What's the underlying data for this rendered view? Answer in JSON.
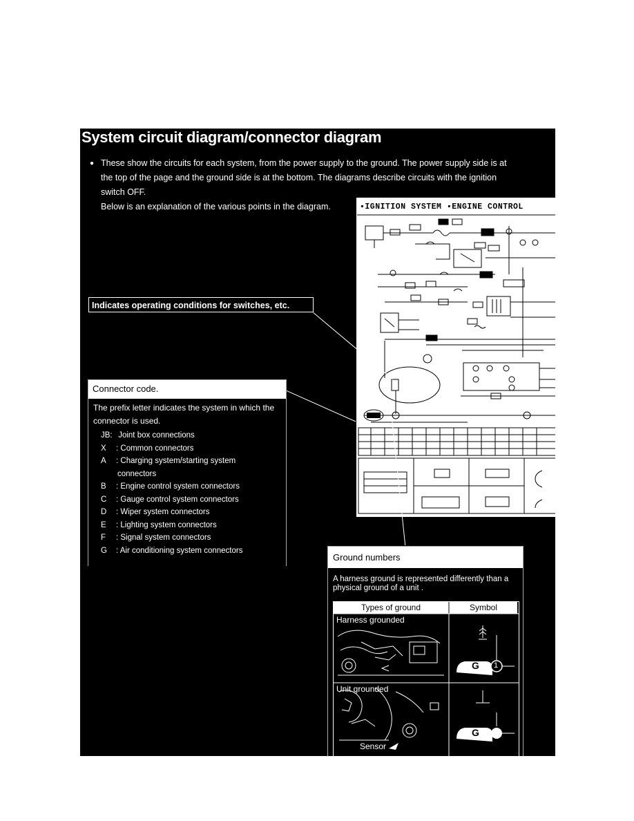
{
  "page": {
    "title": "System circuit diagram/connector diagram",
    "intro": {
      "bullet": "●",
      "line1": "These show the circuits for each system, from the power supply to the ground. The power supply side is at",
      "line2": "the top of the page and the ground side is at the bottom. The diagrams describe circuits with the ignition",
      "line3": "switch OFF.",
      "line4": "Below is an explanation of the various points in the diagram."
    }
  },
  "schematic": {
    "title": "▪IGNITION SYSTEM ▪ENGINE CONTROL"
  },
  "callouts": {
    "operating_conditions": "Indicates operating conditions for switches, etc."
  },
  "connector_code": {
    "title": "Connector code.",
    "description": "The prefix letter indicates the system in which the connector is used.",
    "items": [
      {
        "code": "JB:",
        "text": "Joint box connections"
      },
      {
        "code": "X",
        "text": ": Common connectors"
      },
      {
        "code": "A",
        "text": ": Charging system/starting system"
      },
      {
        "code": "",
        "text": "connectors"
      },
      {
        "code": "B",
        "text": ": Engine control system connectors"
      },
      {
        "code": "C",
        "text": ": Gauge control system connectors"
      },
      {
        "code": "D",
        "text": ": Wiper system connectors"
      },
      {
        "code": "E",
        "text": ": Lighting system connectors"
      },
      {
        "code": "F",
        "text": ": Signal system connectors"
      },
      {
        "code": "G",
        "text": ": Air conditioning system connectors"
      }
    ]
  },
  "ground_numbers": {
    "title": "Ground numbers",
    "description": "A harness ground is represented differently than a  physical ground of a unit .",
    "headers": {
      "types": "Types of ground",
      "symbol": "Symbol"
    },
    "rows": [
      {
        "label": "Harness grounded",
        "symbol_number": "1"
      },
      {
        "label": "Unit grounded",
        "note": "Sensor"
      }
    ],
    "symbol_letter": "G"
  }
}
